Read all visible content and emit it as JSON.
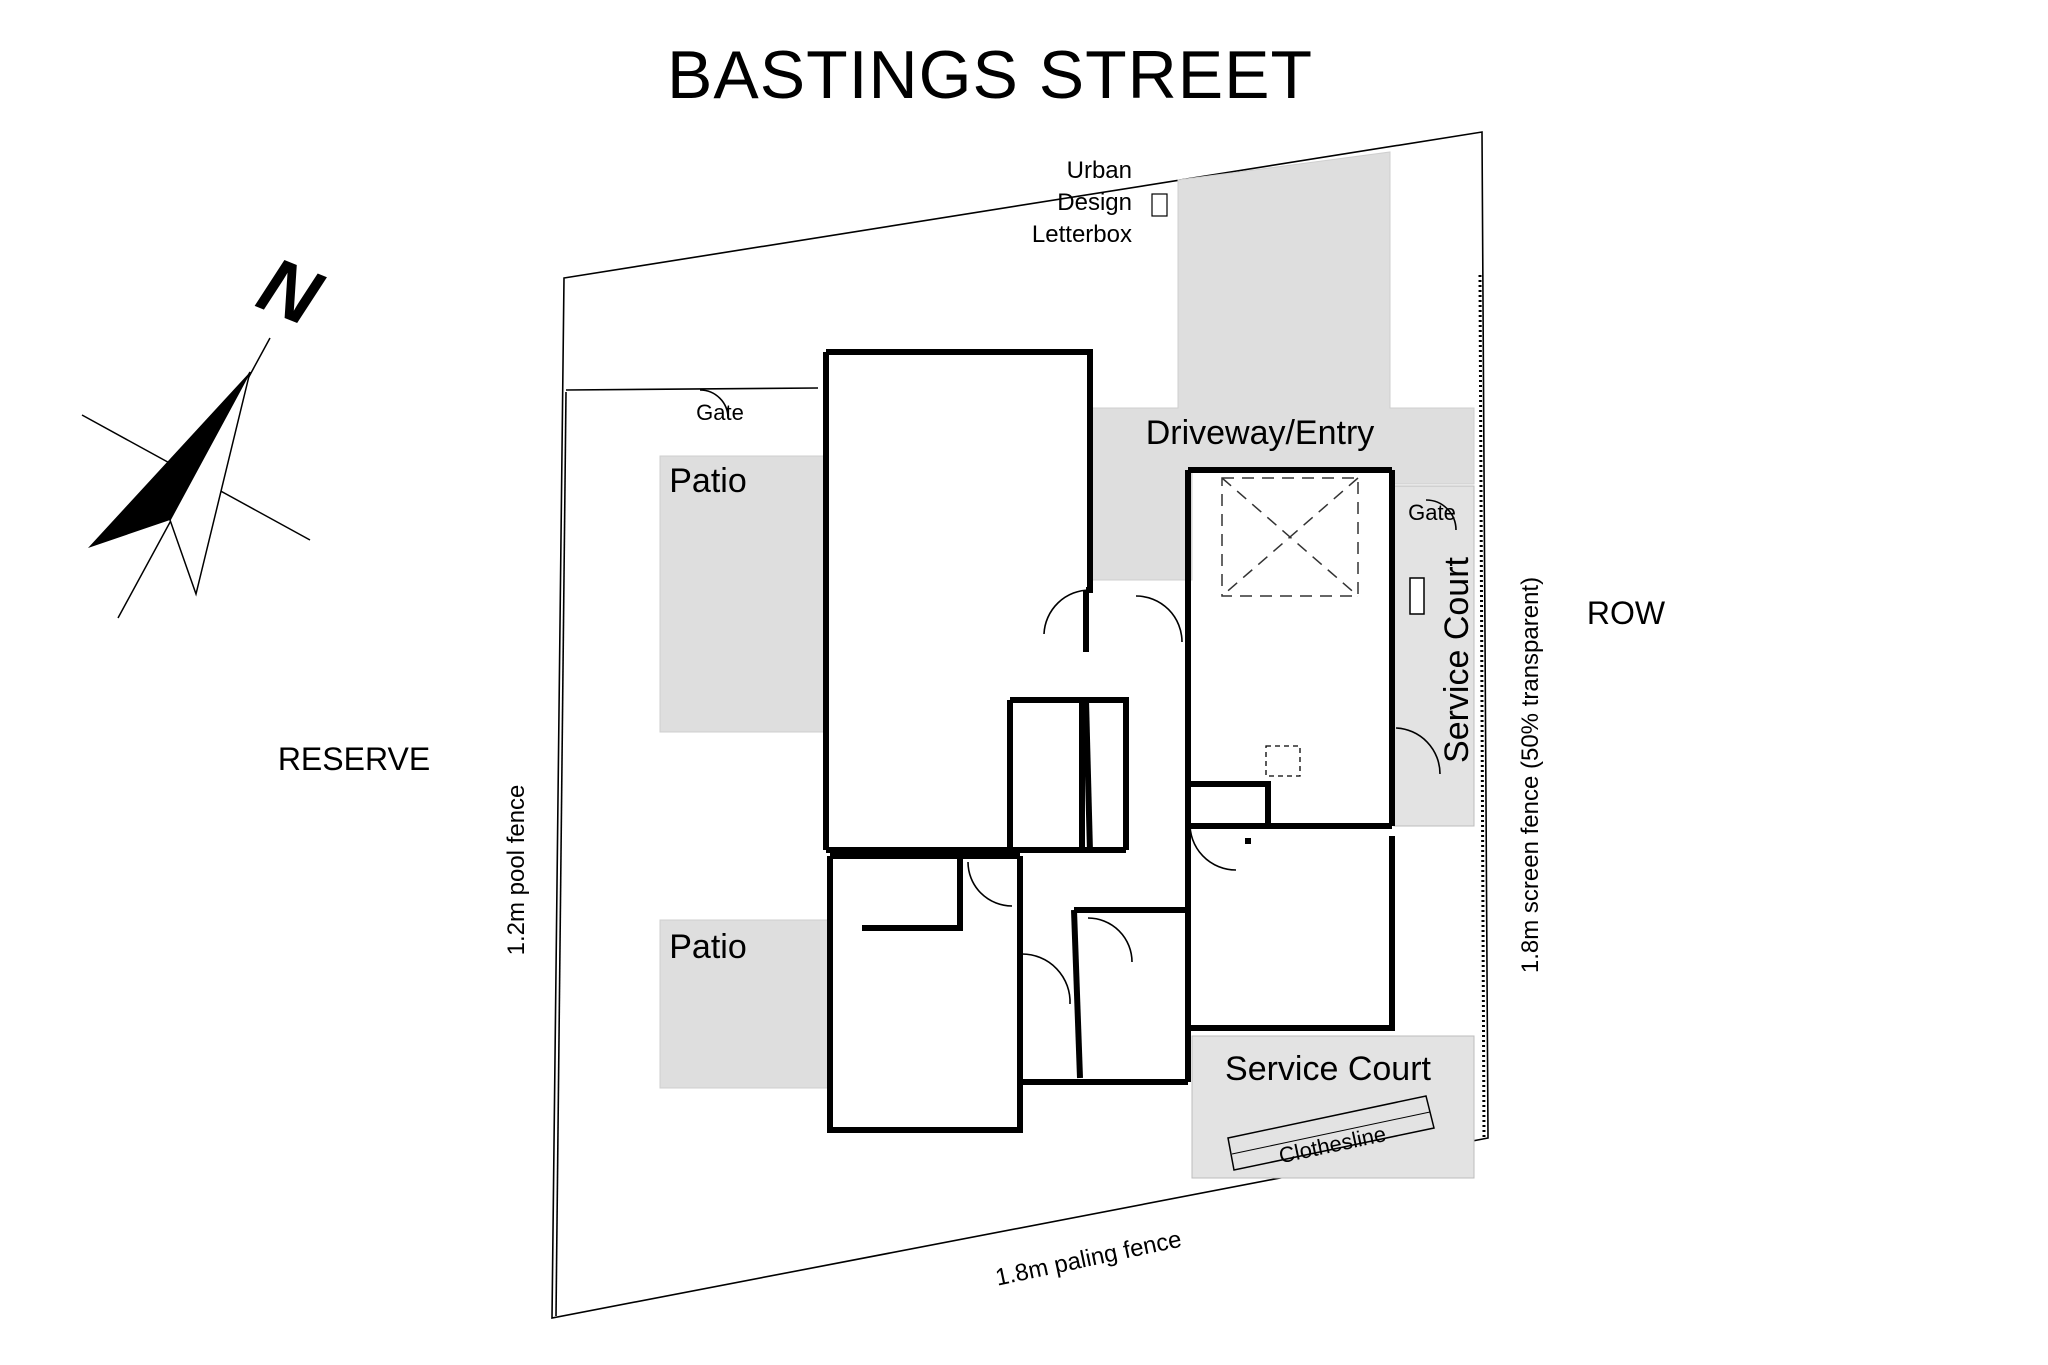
{
  "title": "BASTINGS STREET",
  "compass": {
    "label": "N"
  },
  "surroundings": {
    "reserve": "RESERVE",
    "row": "ROW"
  },
  "fences": {
    "pool": "1.2m pool fence",
    "paling": "1.8m paling fence",
    "screen": "1.8m screen fence (50% transparent)"
  },
  "letterbox": {
    "lines": [
      "Urban",
      "Design",
      "Letterbox"
    ]
  },
  "areas": {
    "driveway": "Driveway/Entry",
    "patio_top": "Patio",
    "patio_bottom": "Patio",
    "service_court_side": "Service Court",
    "service_court_rear": "Service Court",
    "clothesline": "Clothesline",
    "gate_left": "Gate",
    "gate_right": "Gate"
  }
}
